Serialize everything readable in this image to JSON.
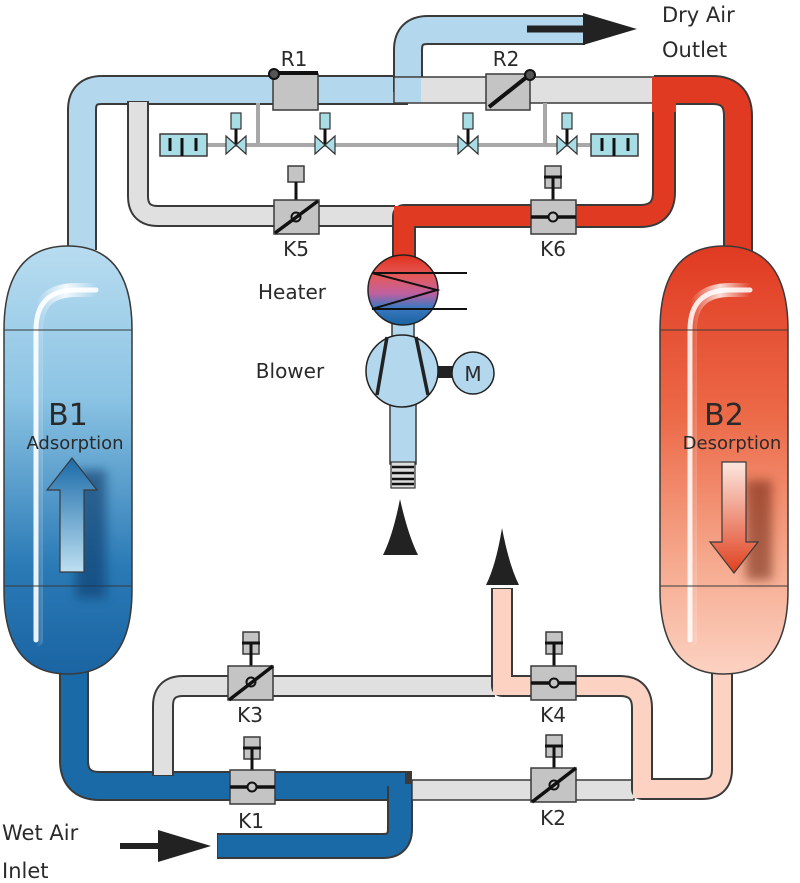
{
  "title": "Heat-regenerated adsorption dryer flow diagram",
  "labels": {
    "dry_air_outlet_line1": "Dry Air",
    "dry_air_outlet_line2": "Outlet",
    "wet_air_inlet_line1": "Wet Air",
    "wet_air_inlet_line2": "Inlet",
    "heater": "Heater",
    "blower": "Blower",
    "motor": "M"
  },
  "vessels": [
    {
      "id": "B1",
      "name": "B1",
      "mode": "Adsorption",
      "flow_direction": "up",
      "color_top": "#b8dcf0",
      "color_bottom": "#1a6aa8"
    },
    {
      "id": "B2",
      "name": "B2",
      "mode": "Desorption",
      "flow_direction": "down",
      "color_top": "#e03a22",
      "color_bottom": "#fcd2c2"
    }
  ],
  "valves": {
    "R1": {
      "label": "R1",
      "state": "open"
    },
    "R2": {
      "label": "R2",
      "state": "closed"
    },
    "K1": {
      "label": "K1",
      "state": "open"
    },
    "K2": {
      "label": "K2",
      "state": "closed"
    },
    "K3": {
      "label": "K3",
      "state": "closed"
    },
    "K4": {
      "label": "K4",
      "state": "open"
    },
    "K5": {
      "label": "K5",
      "state": "closed"
    },
    "K6": {
      "label": "K6",
      "state": "open"
    }
  },
  "colors": {
    "dry_air": "#b3d8ee",
    "wet_air": "#1a6aa8",
    "hot_air": "#e03a22",
    "cool_regen": "#fcd2c2",
    "inactive": "#e0e0e0",
    "valve": "#c4c4c4",
    "silencer": "#a8dde6"
  }
}
